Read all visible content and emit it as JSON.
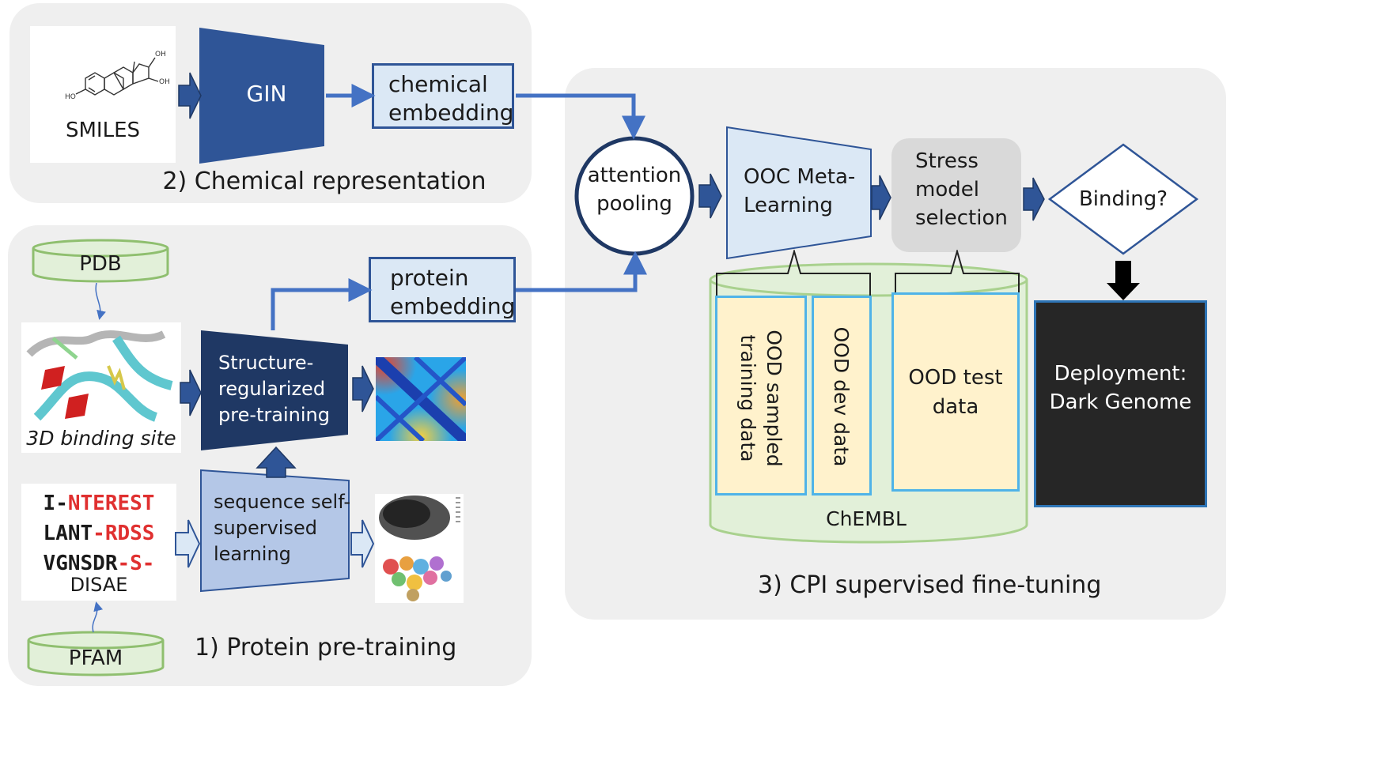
{
  "panels": {
    "chemical_title": "2) Chemical representation",
    "protein_title": "1) Protein pre-training",
    "cpi_title": "3) CPI supervised fine-tuning"
  },
  "chemical": {
    "smiles_label": "SMILES",
    "molecule_labels": [
      "OH",
      "OH",
      "HO"
    ],
    "gin_label": "GIN",
    "embedding_line1": "chemical",
    "embedding_line2": "embedding"
  },
  "protein": {
    "pdb_label": "PDB",
    "pfam_label": "PFAM",
    "binding_site_label": "3D binding site",
    "sequence_lines": [
      [
        {
          "t": "I-",
          "c": "k"
        },
        {
          "t": "NTEREST",
          "c": "r"
        }
      ],
      [
        {
          "t": "LANT",
          "c": "k"
        },
        {
          "t": "-RDSS",
          "c": "r"
        }
      ],
      [
        {
          "t": "VGNSDR",
          "c": "k"
        },
        {
          "t": "-S-",
          "c": "r"
        }
      ]
    ],
    "disae_label": "DISAE",
    "structure_line1": "Structure-",
    "structure_line2": "regularized",
    "structure_line3": "pre-training",
    "ssl_line1": "sequence self-",
    "ssl_line2": "supervised",
    "ssl_line3": "learning",
    "embedding_line1": "protein",
    "embedding_line2": "embedding"
  },
  "cpi": {
    "attention_line1": "attention",
    "attention_line2": "pooling",
    "ooc_line1": "OOC Meta-",
    "ooc_line2": "Learning",
    "stress_line1": "Stress",
    "stress_line2": "model",
    "stress_line3": "selection",
    "binding_label": "Binding?",
    "train_line1": "OOD sampled",
    "train_line2": "training data",
    "dev_label": "OOD dev data",
    "test_line1": "OOD test",
    "test_line2": "data",
    "chembl_label": "ChEMBL",
    "deploy_line1": "Deployment:",
    "deploy_line2": "Dark Genome"
  },
  "colors": {
    "panel_bg": "#efefef",
    "dark_navy": "#1f3864",
    "gin_blue": "#2f5597",
    "light_blue": "#dbe8f5",
    "ssl_blue": "#b4c7e7",
    "green_db": "#e2f0d9",
    "data_yellow": "#fff2cc",
    "data_border": "#4fb3e8",
    "stress_gray": "#d9d9d9",
    "deploy_black": "#262626"
  }
}
